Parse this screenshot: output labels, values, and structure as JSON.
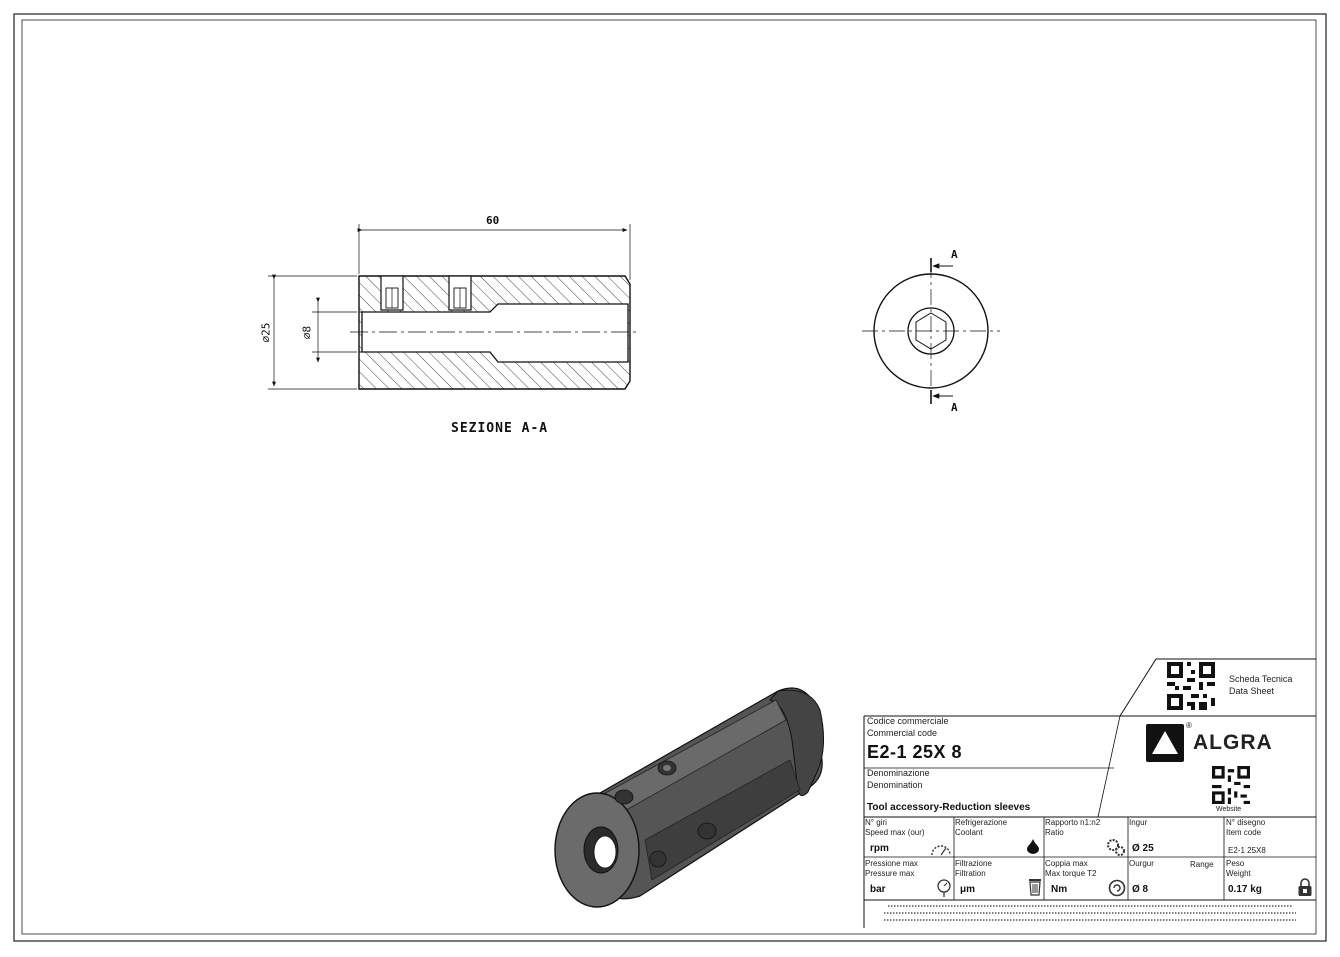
{
  "drawing": {
    "dim_length": "60",
    "dim_outer_diameter": "⌀25",
    "dim_inner_diameter": "⌀8",
    "section_label": "SEZIONE A-A",
    "section_marker": "A"
  },
  "title_block": {
    "datasheet_line1": "Scheda Tecnica",
    "datasheet_line2": "Data Sheet",
    "commercial_code_it": "Codice commerciale",
    "commercial_code_en": "Commercial code",
    "commercial_code_value": "E2-1 25X 8",
    "denomination_it": "Denominazione",
    "denomination_en": "Denomination",
    "denomination_value": "Tool accessory-Reduction sleeves",
    "brand": "ALGRA",
    "website_label": "Website",
    "cells": {
      "speed_it": "N° giri",
      "speed_en": "Speed max (our)",
      "speed_val": "rpm",
      "coolant_it": "Refrigerazione",
      "coolant_en": "Coolant",
      "ratio_it": "Rapporto n1:n2",
      "ratio_en": "Ratio",
      "input_label": "Ingur",
      "input_val": "Ø 25",
      "drawing_no_it": "N° disegno",
      "drawing_no_en": "Item code",
      "drawing_no_val": "E2-1 25X8",
      "pressure_it": "Pressione max",
      "pressure_en": "Pressure max",
      "pressure_val": "bar",
      "filtration_it": "Filtrazione",
      "filtration_en": "Filtration",
      "filtration_val": "μm",
      "torque_it": "Coppia max",
      "torque_en": "Max torque T2",
      "torque_val": "Nm",
      "output_label": "Ourgur",
      "range_label": "Range",
      "output_val": "Ø 8",
      "weight_it": "Peso",
      "weight_en": "Weight",
      "weight_val": "0.17 kg"
    }
  },
  "icons": {
    "speed": "speed-gauge-icon",
    "coolant": "coolant-drop-icon",
    "ratio": "gear-ratio-icon",
    "pressure": "pressure-gauge-icon",
    "filtration": "filter-bin-icon",
    "torque": "torque-icon",
    "weight": "weight-lock-icon",
    "logo": "algra-triangle-logo-icon",
    "qr": "qr-code-icon"
  },
  "colors": {
    "line": "#111111",
    "hatch": "#333333",
    "part_fill": "#5a5a5a",
    "part_dark": "#2e2e2e"
  }
}
